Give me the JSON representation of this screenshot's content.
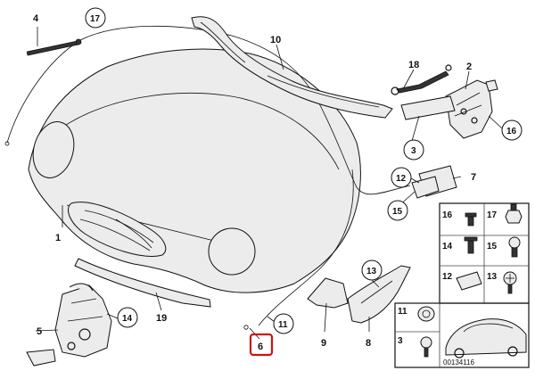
{
  "diagram": {
    "labels": {
      "p1": "1",
      "p2": "2",
      "p3": "3",
      "p4": "4",
      "p5": "5",
      "p6": "6",
      "p7": "7",
      "p8": "8",
      "p9": "9",
      "p10": "10",
      "p11": "11",
      "p12": "12",
      "p13": "13",
      "p14": "14",
      "p15": "15",
      "p16": "16",
      "p17": "17",
      "p18": "18",
      "p19": "19"
    },
    "grid_labels": {
      "g16": "16",
      "g17": "17",
      "g14": "14",
      "g15": "15",
      "g12": "12",
      "g13": "13",
      "g11": "11",
      "g3": "3"
    },
    "reference_number": "00134116",
    "highlighted_part": "6",
    "colors": {
      "highlight": "#d01010",
      "line": "#111111",
      "part_fill": "#ececec"
    }
  }
}
